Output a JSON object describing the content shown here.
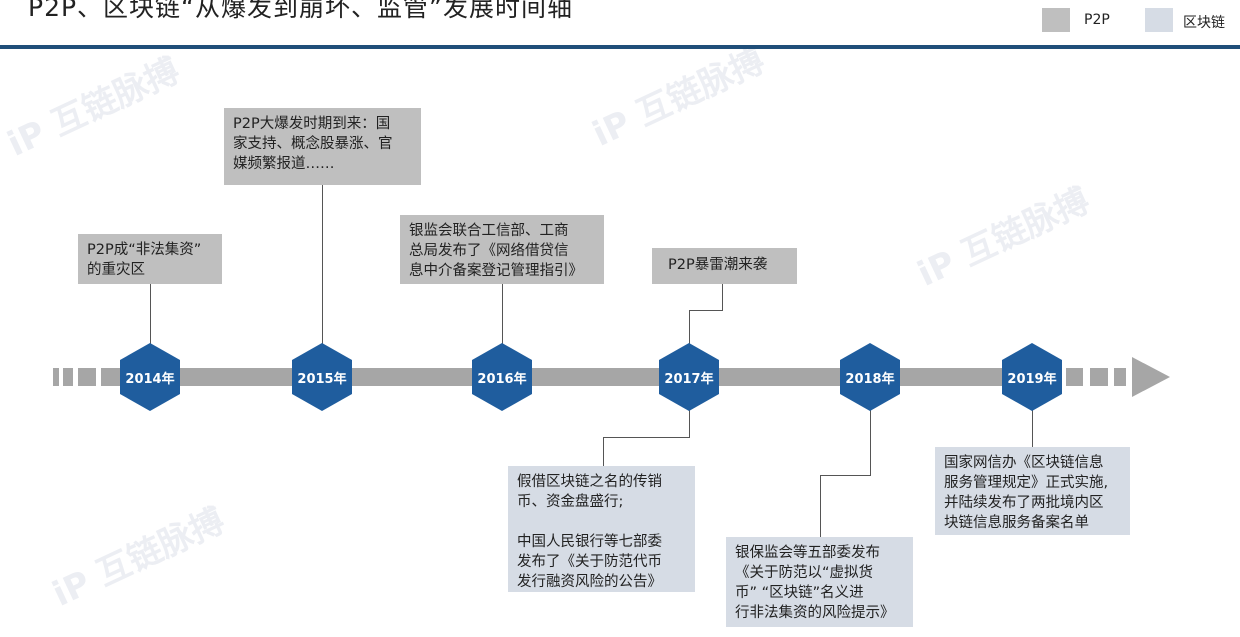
{
  "title": "P2P、区块链“从爆发到崩坏、监管”发展时间轴",
  "legend": [
    {
      "label": "P2P",
      "color": "#bfbfbf"
    },
    {
      "label": "区块链",
      "color": "#d6dce5"
    }
  ],
  "watermark": "互链脉搏",
  "years": [
    "2014年",
    "2015年",
    "2016年",
    "2017年",
    "2018年",
    "2019年"
  ],
  "events": {
    "e2014": "P2P成“非法集资”\n的重灾区",
    "e2015": "P2P大爆发时期到来：国\n家支持、概念股暴涨、官\n媒频繁报道……",
    "e2016": "银监会联合工信部、工商\n总局发布了《网络借贷信\n息中介备案登记管理指引》",
    "e2017": "P2P暴雷潮来袭",
    "b2017": "假借区块链之名的传销\n币、资金盘盛行;\n\n中国人民银行等七部委\n发布了《关于防范代币\n发行融资风险的公告》",
    "b2018": "银保监会等五部委发布\n《关于防范以“虚拟货\n币” “区块链”名义进\n行非法集资的风险提示》",
    "b2019": "国家网信办《区块链信息\n服务管理规定》正式实施,\n并陆续发布了两批境内区\n块链信息服务备案名单"
  }
}
